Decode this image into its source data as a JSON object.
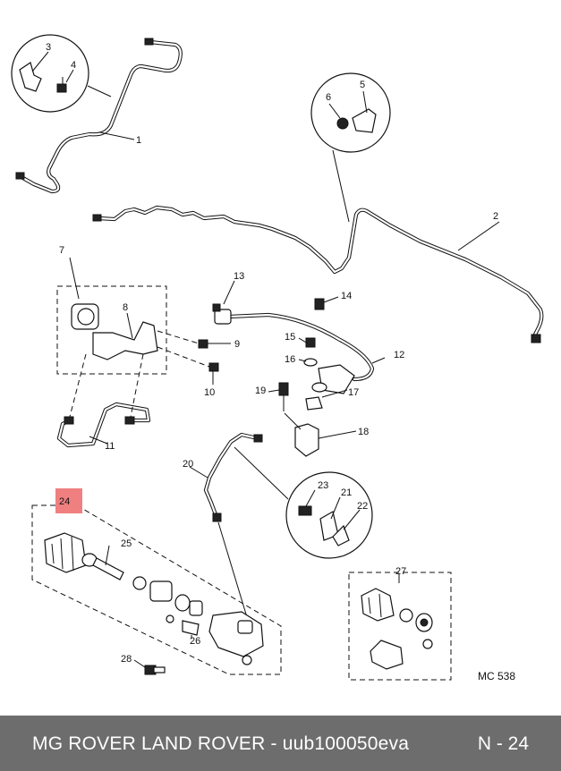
{
  "callouts": {
    "c1": "1",
    "c2": "2",
    "c3": "3",
    "c4": "4",
    "c5": "5",
    "c6": "6",
    "c7": "7",
    "c8": "8",
    "c9": "9",
    "c10": "10",
    "c11": "11",
    "c12": "12",
    "c13": "13",
    "c14": "14",
    "c15": "15",
    "c16": "16",
    "c17": "17",
    "c18": "18",
    "c19": "19",
    "c20": "20",
    "c21": "21",
    "c22": "22",
    "c23": "23",
    "c24": "24",
    "c25": "25",
    "c26": "26",
    "c27": "27",
    "c28": "28"
  },
  "highlight_color": "#f08080",
  "diagram_ref": "MC 538",
  "footer": {
    "title": "MG ROVER LAND ROVER - uub100050eva",
    "page": "N - 24"
  }
}
